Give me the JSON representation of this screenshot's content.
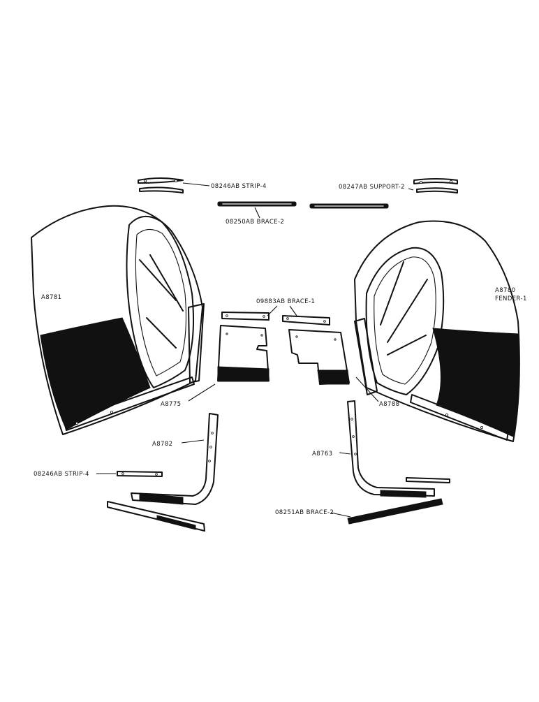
{
  "labels": {
    "strip_top": "08246AB STRIP-4",
    "support_top": "08247AB SUPPORT-2",
    "brace_top": "08250AB BRACE-2",
    "brace_mid": "09883AB BRACE-1",
    "left_fender": "A8781",
    "right_fender_num": "A8780",
    "right_fender_name": "FENDER-1",
    "left_panel": "A8775",
    "right_panel": "A8788",
    "left_rail": "A8782",
    "right_rail": "A8763",
    "strip_bottom": "08246AB STRIP-4",
    "brace_bottom": "08251AB BRACE-2"
  },
  "colors": {
    "ink": "#111111",
    "paper": "#ffffff"
  }
}
